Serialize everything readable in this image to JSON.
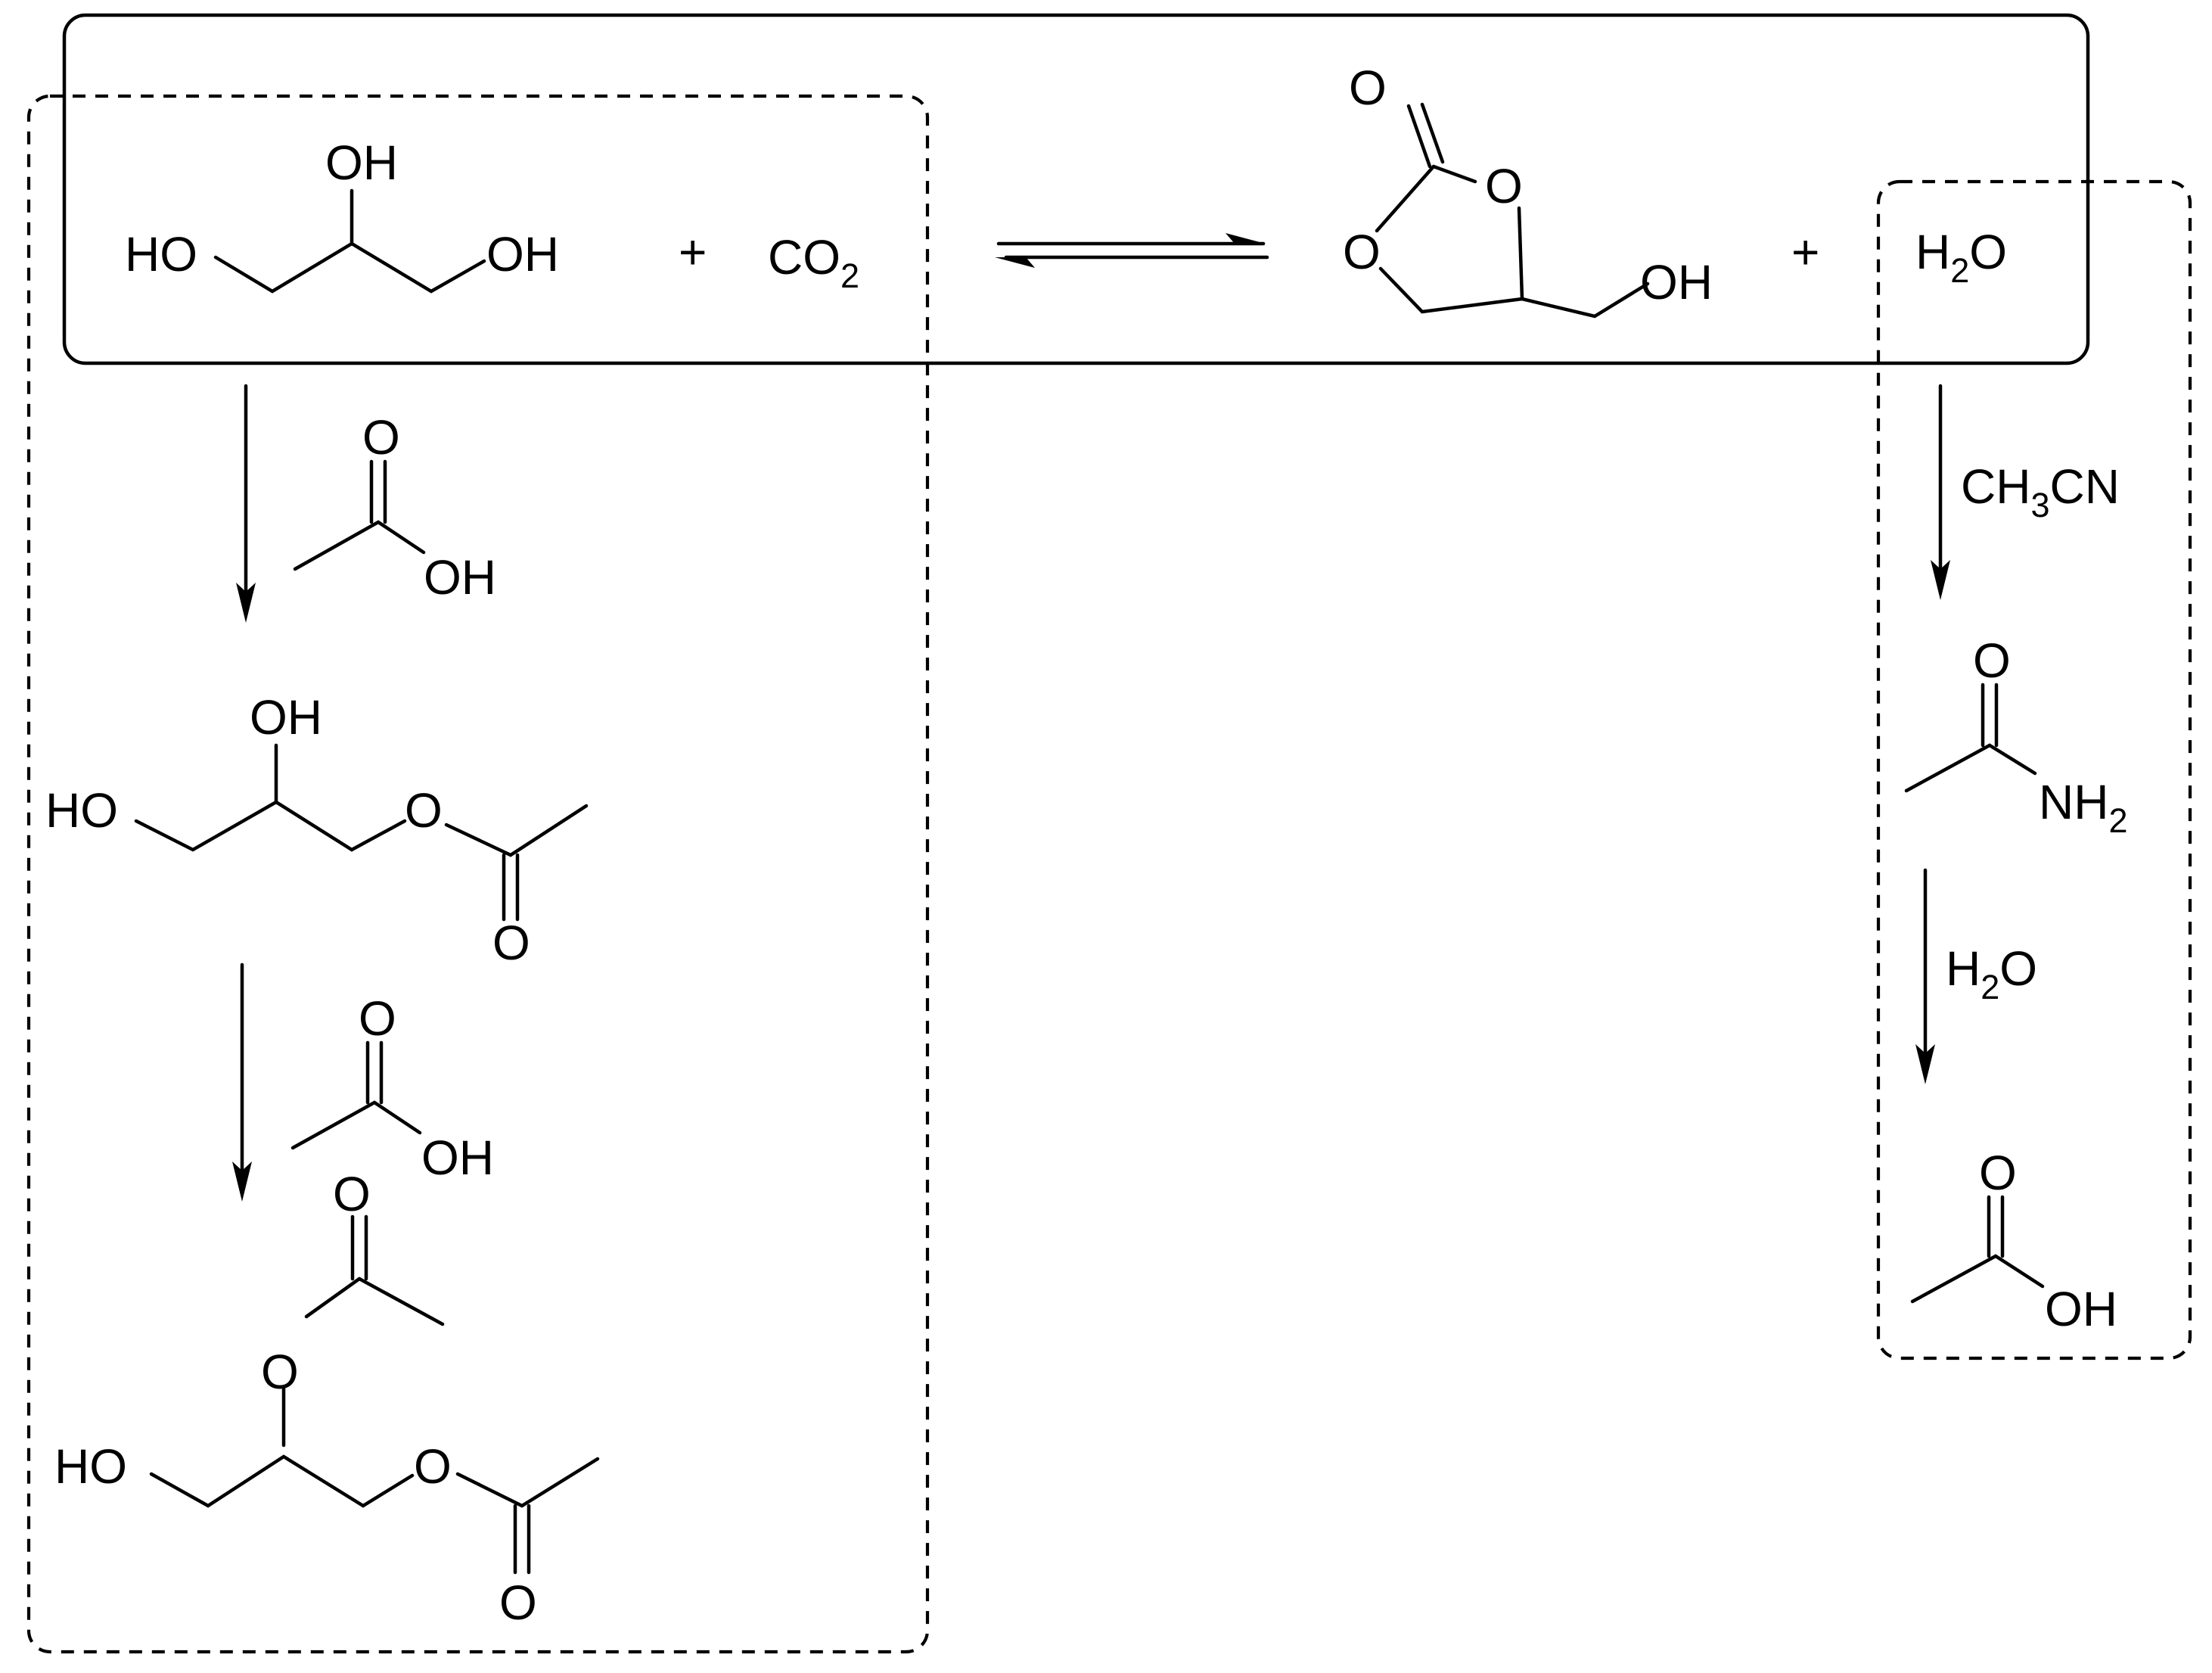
{
  "scheme": {
    "boxes": {
      "equilibrium": "main-equilibrium-box",
      "glycerol_path": "glycerol-acetylation-box",
      "water_path": "water-removal-box"
    },
    "glycerol": {
      "oh_top": "OH",
      "oh_left": "HO",
      "oh_right": "OH"
    },
    "plus": "+",
    "co2": {
      "main": "CO",
      "sub": "2"
    },
    "carbonate": {
      "o_carbonyl": "O",
      "o_ring_right": "O",
      "o_ring_left": "O",
      "oh": "OH"
    },
    "water": {
      "h": "H",
      "sub": "2",
      "o": "O"
    },
    "acetic_acid": {
      "o": "O",
      "oh": "OH"
    },
    "monoacetin": {
      "oh_top": "OH",
      "oh_left": "HO",
      "o_ester": "O",
      "o_carbonyl": "O"
    },
    "diacetin": {
      "o_carbonyl_top": "O",
      "o_ester_top": "O",
      "oh_left": "HO",
      "o_ester": "O",
      "o_carbonyl": "O"
    },
    "reagent_ch3cn": {
      "pre": "CH",
      "sub": "3",
      "post": "CN"
    },
    "acetamide": {
      "o": "O",
      "nh": "NH",
      "sub": "2"
    },
    "reagent_h2o": {
      "h": "H",
      "sub": "2",
      "o": "O"
    }
  }
}
